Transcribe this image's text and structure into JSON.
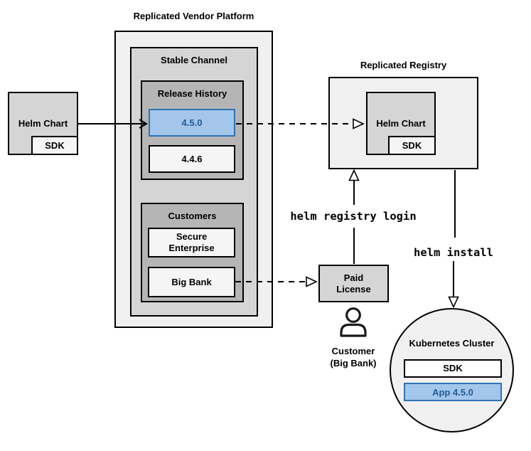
{
  "colors": {
    "background": "#ffffff",
    "border": "#000000",
    "gray_lightest": "#f0f0f0",
    "gray_light": "#d5d5d5",
    "gray_medium": "#b5b5b5",
    "gray_panel": "#f5f5f5",
    "blue_fill": "#a4c6ea",
    "blue_border": "#2e74b5",
    "blue_text": "#1f5b99"
  },
  "vendor_platform": {
    "title": "Replicated Vendor Platform",
    "stable_channel": {
      "title": "Stable Channel",
      "release_history": {
        "title": "Release History",
        "versions": [
          {
            "label": "4.5.0",
            "highlighted": true
          },
          {
            "label": "4.4.6",
            "highlighted": false
          }
        ]
      },
      "customers": {
        "title": "Customers",
        "items": [
          {
            "label": "Secure Enterprise"
          },
          {
            "label": "Big Bank"
          }
        ]
      }
    }
  },
  "helm_chart_source": {
    "label": "Helm Chart",
    "sdk": "SDK"
  },
  "registry": {
    "title": "Replicated Registry",
    "helm_chart": "Helm Chart",
    "sdk": "SDK"
  },
  "paid_license": {
    "label": "Paid License"
  },
  "customer": {
    "name": "Customer",
    "org": "(Big Bank)"
  },
  "kubernetes_cluster": {
    "title": "Kubernetes Cluster",
    "sdk": "SDK",
    "app": "App 4.5.0"
  },
  "commands": {
    "registry_login": "helm registry login",
    "install": "helm install"
  }
}
